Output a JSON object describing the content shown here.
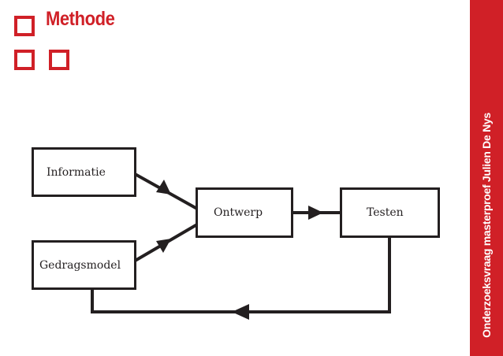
{
  "header": {
    "title": "Methode"
  },
  "sidebar": {
    "text": "Onderzoeksvraag masterproef Julien De Nys"
  },
  "diagram": {
    "nodes": {
      "informatie": "Informatie",
      "gedragsmodel": "Gedragsmodel",
      "ontwerp": "Ontwerp",
      "testen": "Testen"
    }
  },
  "colors": {
    "accent": "#d02027",
    "ink": "#231f20"
  }
}
